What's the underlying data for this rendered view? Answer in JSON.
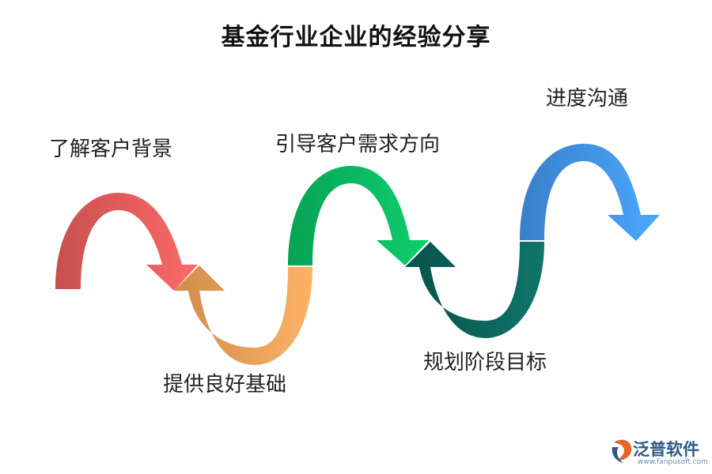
{
  "title": "基金行业企业的经验分享",
  "steps": [
    {
      "label": "了解客户背景",
      "color_light": "#fb6a6a",
      "color_dark": "#c94f4f"
    },
    {
      "label": "提供良好基础",
      "color_light": "#fdb366",
      "color_dark": "#cf8c4c"
    },
    {
      "label": "引导客户需求方向",
      "color_light": "#0fcf6c",
      "color_dark": "#07a355"
    },
    {
      "label": "规划阶段目标",
      "color_light": "#0f7669",
      "color_dark": "#075249"
    },
    {
      "label": "进度沟通",
      "color_light": "#4aa8ff",
      "color_dark": "#3a7fc7"
    }
  ],
  "watermark": {
    "name": "泛普软件",
    "url": "www.fanpusoft.com",
    "icon": "fanpu-logo-icon"
  }
}
